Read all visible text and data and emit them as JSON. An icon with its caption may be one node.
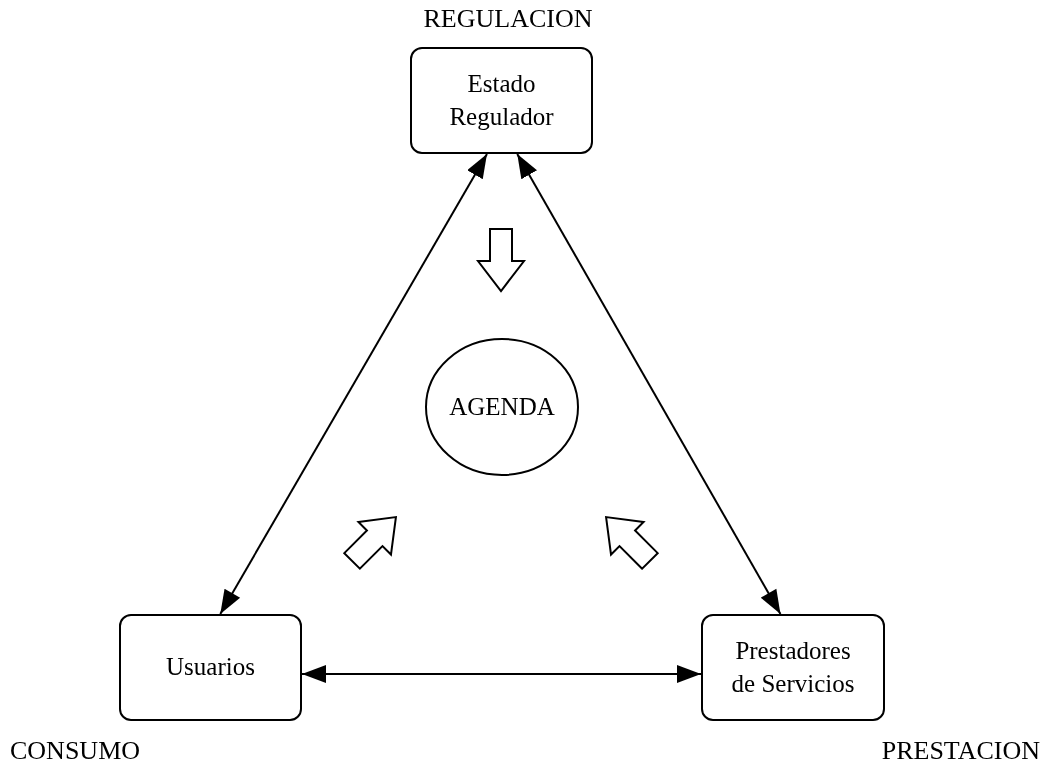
{
  "diagram": {
    "nodes": [
      {
        "text": [
          "Estado Regulador"
        ],
        "beside": [
          "REGULACION"
        ]
      },
      {
        "text": [
          "AGENDA"
        ]
      },
      {
        "text": [
          "Usuarios"
        ],
        "beside": [
          "CONSUMO"
        ]
      },
      {
        "text": [
          "Prestadores de Servicios"
        ],
        "beside": [
          "PRESTACION"
        ]
      }
    ],
    "edges": [
      {
        "from": 2,
        "to": 0,
        "arrow": "both"
      },
      {
        "from": 3,
        "to": 0,
        "arrow": "both"
      },
      {
        "from": 2,
        "to": 3,
        "arrow": "both"
      }
    ]
  }
}
